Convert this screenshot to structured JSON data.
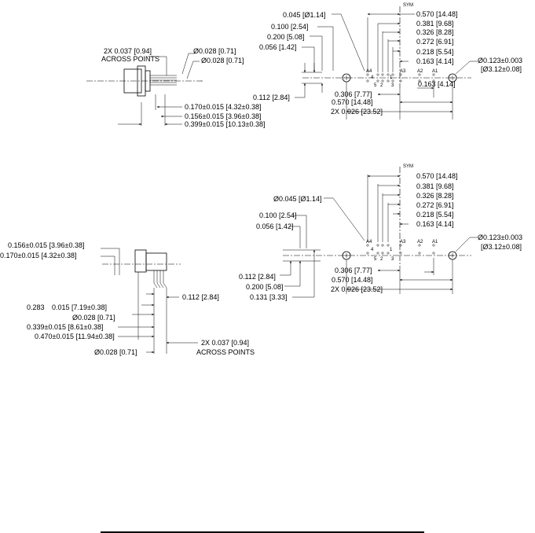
{
  "top_left": {
    "across_points_1": "2X 0.037 [0.94]",
    "across_points_2": "ACROSS POINTS",
    "dia_a": "Ø0.028 [0.71]",
    "dia_b": "Ø0.028 [0.71]",
    "dim_170": "0.170±0.015 [4.32±0.38]",
    "dim_156": "0.156±0.015 [3.96±0.38]",
    "dim_399": "0.399±0.015 [10.13±0.38]"
  },
  "top_right": {
    "sym": "SYM",
    "d045": "0.045 [Ø1.14]",
    "d100": "0.100 [2.54]",
    "d200": "0.200 [5.08]",
    "d056": "0.056 [1.42]",
    "d112": "0.112 [2.84]",
    "d306": "0.306 [7.77]",
    "d570b": "0.570 [14.48]",
    "d926": "2X 0.926 [23.52]",
    "r570": "0.570 [14.48]",
    "r381": "0.381 [9.68]",
    "r326": "0.326 [8.28]",
    "r272": "0.272 [6.91]",
    "r218": "0.218 [5.54]",
    "r163": "0.163 [4.14]",
    "r163b": "0.163 [4.14]",
    "hole1": "Ø0.123±0.003",
    "hole2": "[Ø3.12±0.08]",
    "a1": "A1",
    "a2": "A2",
    "a3": "A3",
    "a4": "A4",
    "p1": "1",
    "p2": "2",
    "p3": "3",
    "p4": "4",
    "p5": "5"
  },
  "bottom_left": {
    "dim_156": "0.156±0.015 [3.96±0.38]",
    "dim_170": "0.170±0.015 [4.32±0.38]",
    "d112": "0.112 [2.84]",
    "d283": "0.283",
    "d015": "0.015 [7.19±0.38]",
    "dia": "Ø0.028 [0.71]",
    "d339": "0.339±0.015 [8.61±0.38]",
    "d470": "0.470±0.015 [11.94±0.38]",
    "across_1": "2X 0.037 [0.94]",
    "across_dia": "Ø0.028 [0.71]",
    "across_2": "ACROSS POINTS"
  },
  "bottom_right": {
    "sym": "SYM",
    "d045": "Ø0.045 [Ø1.14]",
    "d100": "0.100 [2.54]",
    "d056": "0.056 [1.42]",
    "d112": "0.112 [2.84]",
    "d200": "0.200 [5.08]",
    "d131": "0.131 [3.33]",
    "d306": "0.306 [7.77]",
    "d570b": "0.570 [14.48]",
    "d926": "2X 0.926 [23.52]",
    "r570": "0.570 [14.48]",
    "r381": "0.381 [9.68]",
    "r326": "0.326 [8.28]",
    "r272": "0.272 [6.91]",
    "r218": "0.218 [5.54]",
    "r163": "0.163 [4.14]",
    "hole1": "Ø0.123±0.003",
    "hole2": "[Ø3.12±0.08]",
    "a1": "A1",
    "a2": "A2",
    "a3": "A3",
    "a4": "A4",
    "p1": "1",
    "p2": "2",
    "p3": "3",
    "p4": "4",
    "p5": "5"
  }
}
